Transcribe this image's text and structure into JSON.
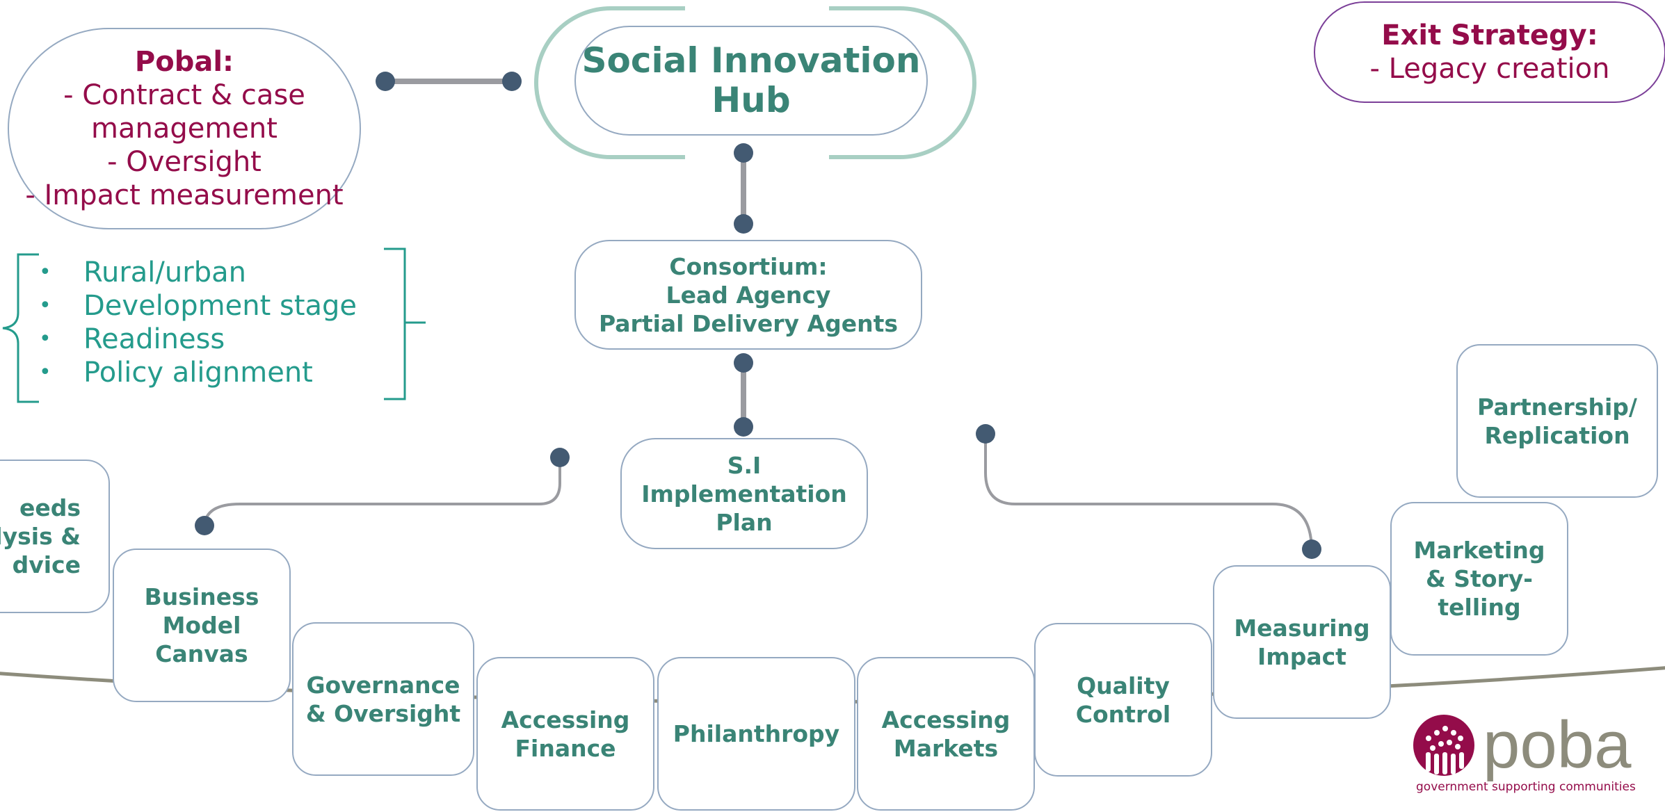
{
  "pobal_box": {
    "title": "Pobal:",
    "lines": [
      "- Contract & case",
      "management",
      "- Oversight",
      "- Impact measurement"
    ]
  },
  "hub": {
    "title_lines": [
      "Social Innovation",
      "Hub"
    ]
  },
  "consortium": {
    "lines": [
      "Consortium:",
      "Lead Agency",
      "Partial Delivery Agents"
    ]
  },
  "plan": {
    "lines": [
      "S.I",
      "Implementation",
      "Plan"
    ]
  },
  "exit_strategy": {
    "title": "Exit Strategy:",
    "line": "- Legacy creation"
  },
  "criteria": [
    "Rural/urban",
    "Development stage",
    "Readiness",
    "Policy alignment"
  ],
  "bullet": "•",
  "stages": {
    "needs": [
      "eeds",
      "alysis &",
      "dvice"
    ],
    "business": [
      "Business",
      "Model",
      "Canvas"
    ],
    "governance": [
      "Governance",
      "& Oversight"
    ],
    "finance": [
      "Accessing",
      "Finance"
    ],
    "philanthropy": [
      "Philanthropy"
    ],
    "markets": [
      "Accessing",
      "Markets"
    ],
    "quality": [
      "Quality",
      "Control"
    ],
    "measuring": [
      "Measuring",
      "Impact"
    ],
    "marketing": [
      "Marketing",
      "& Story-",
      "telling"
    ],
    "partnership": [
      "Partnership/",
      "Replication"
    ]
  },
  "logo": {
    "word": "pobal",
    "tagline": "government supporting communities"
  },
  "colors": {
    "teal": "#3a8476",
    "crimson": "#940c4a",
    "connector": "#9a9ba0",
    "node": "#435a72",
    "arc": "#8d8c7c",
    "border": "#95a9c1"
  }
}
